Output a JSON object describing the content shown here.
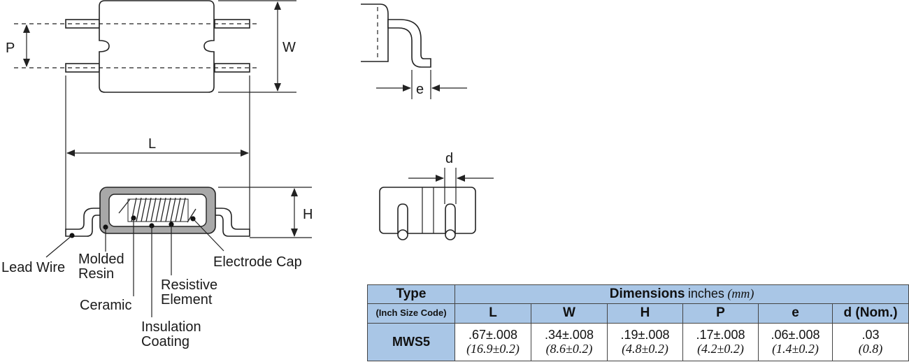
{
  "diagram": {
    "dim_labels": {
      "P": "P",
      "W": "W",
      "L": "L",
      "H": "H",
      "e": "e",
      "d": "d"
    },
    "callouts": {
      "lead_wire": "Lead Wire",
      "molded_resin": [
        "Molded",
        "Resin"
      ],
      "ceramic": "Ceramic",
      "insulation_coating": [
        "Insulation",
        "Coating"
      ],
      "resistive_element": [
        "Resistive",
        "Element"
      ],
      "electrode_cap": "Electrode Cap"
    },
    "colors": {
      "resin_fill": "#a8a8a8",
      "table_header": "#a9c6e6"
    }
  },
  "table": {
    "type_header": "Type",
    "type_subheader": "(Inch Size Code)",
    "dims_header_bold": "Dimensions",
    "dims_header_units": "inches",
    "dims_header_mm": "(mm)",
    "columns": [
      "L",
      "W",
      "H",
      "P",
      "e",
      "d (Nom.)"
    ],
    "rows": [
      {
        "type": "MWS5",
        "inches": [
          ".67±.008",
          ".34±.008",
          ".19±.008",
          ".17±.008",
          ".06±.008",
          ".03"
        ],
        "mm": [
          "(16.9±0.2)",
          "(8.6±0.2)",
          "(4.8±0.2)",
          "(4.2±0.2)",
          "(1.4±0.2)",
          "(0.8)"
        ]
      }
    ]
  }
}
